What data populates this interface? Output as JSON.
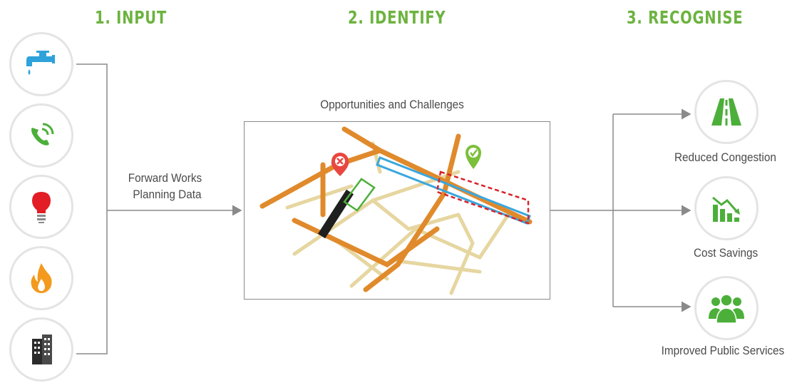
{
  "steps": {
    "input": "1. INPUT",
    "identify": "2. IDENTIFY",
    "recognise": "3. RECOGNISE"
  },
  "colors": {
    "heading": "#6cb33f",
    "icon_blue": "#2ea2db",
    "icon_green": "#4caf3a",
    "icon_red": "#e21d25",
    "icon_orange": "#f39a1e",
    "icon_dark": "#2b2b2b",
    "line": "#8a8a8a",
    "road_orange": "#e08a2c",
    "road_beige": "#e6d6a0",
    "route_blue": "#3aa7de",
    "highlight_red": "#d9232a",
    "highlight_green": "#4caf3a"
  },
  "inputs": [
    {
      "icon": "water-tap-icon"
    },
    {
      "icon": "phone-call-icon"
    },
    {
      "icon": "light-bulb-icon"
    },
    {
      "icon": "fire-icon"
    },
    {
      "icon": "building-icon"
    }
  ],
  "input_label_line1": "Forward Works",
  "input_label_line2": "Planning Data",
  "map_title": "Opportunities and Challenges",
  "outcomes": [
    {
      "icon": "road-icon",
      "label": "Reduced Congestion"
    },
    {
      "icon": "savings-chart-icon",
      "label": "Cost Savings"
    },
    {
      "icon": "people-group-icon",
      "label": "Improved Public Services"
    }
  ]
}
